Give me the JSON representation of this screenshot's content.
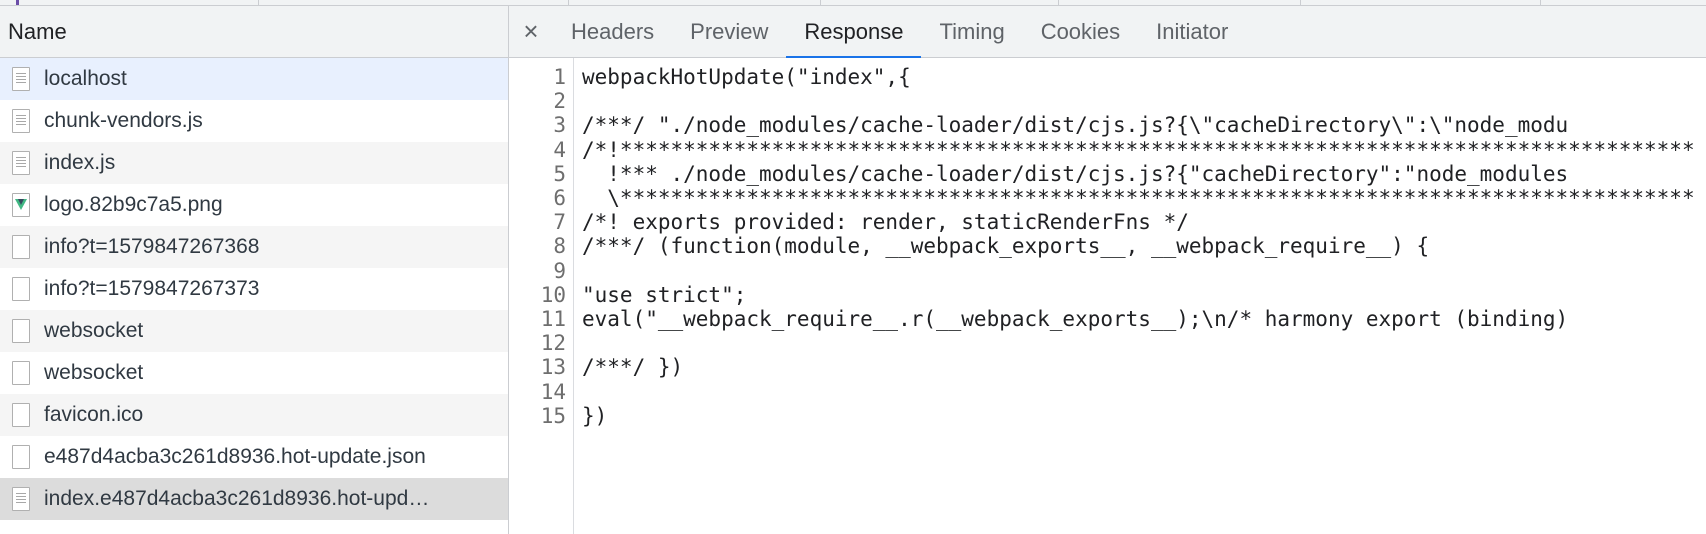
{
  "network": {
    "column_header": "Name",
    "requests": [
      {
        "name": "localhost",
        "icon": "document-icon",
        "state": "selected"
      },
      {
        "name": "chunk-vendors.js",
        "icon": "document-icon",
        "state": ""
      },
      {
        "name": "index.js",
        "icon": "document-icon",
        "state": ""
      },
      {
        "name": "logo.82b9c7a5.png",
        "icon": "image-icon",
        "state": ""
      },
      {
        "name": "info?t=1579847267368",
        "icon": "blank-file-icon",
        "state": ""
      },
      {
        "name": "info?t=1579847267373",
        "icon": "blank-file-icon",
        "state": ""
      },
      {
        "name": "websocket",
        "icon": "blank-file-icon",
        "state": ""
      },
      {
        "name": "websocket",
        "icon": "blank-file-icon",
        "state": ""
      },
      {
        "name": "favicon.ico",
        "icon": "blank-file-icon",
        "state": ""
      },
      {
        "name": "e487d4acba3c261d8936.hot-update.json",
        "icon": "blank-file-icon",
        "state": ""
      },
      {
        "name": "index.e487d4acba3c261d8936.hot-upd…",
        "icon": "document-icon",
        "state": "active"
      }
    ]
  },
  "details": {
    "close_glyph": "×",
    "tabs": [
      "Headers",
      "Preview",
      "Response",
      "Timing",
      "Cookies",
      "Initiator"
    ],
    "active_tab": "Response",
    "lines": [
      {
        "n": "1",
        "text": "webpackHotUpdate(\"index\",{"
      },
      {
        "n": "2",
        "text": ""
      },
      {
        "n": "3",
        "text": "/***/ \"./node_modules/cache-loader/dist/cjs.js?{\\\"cacheDirectory\\\":\\\"node_modu"
      },
      {
        "n": "4",
        "text": "/*!*************************************************************************************"
      },
      {
        "n": "5",
        "text": "  !*** ./node_modules/cache-loader/dist/cjs.js?{\"cacheDirectory\":\"node_modules"
      },
      {
        "n": "6",
        "text": "  \\*************************************************************************************"
      },
      {
        "n": "7",
        "text": "/*! exports provided: render, staticRenderFns */"
      },
      {
        "n": "8",
        "text": "/***/ (function(module, __webpack_exports__, __webpack_require__) {"
      },
      {
        "n": "9",
        "text": ""
      },
      {
        "n": "10",
        "text": "\"use strict\";"
      },
      {
        "n": "11",
        "text": "eval(\"__webpack_require__.r(__webpack_exports__);\\n/* harmony export (binding)"
      },
      {
        "n": "12",
        "text": ""
      },
      {
        "n": "13",
        "text": "/***/ })"
      },
      {
        "n": "14",
        "text": ""
      },
      {
        "n": "15",
        "text": "})"
      }
    ]
  }
}
